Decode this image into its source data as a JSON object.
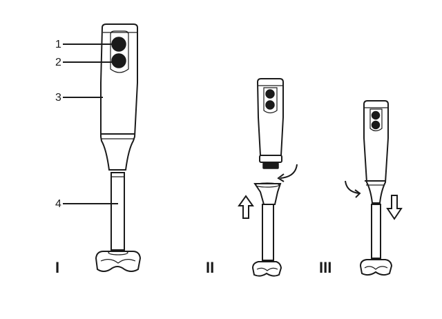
{
  "callouts": [
    {
      "number": "1",
      "part": "button-1"
    },
    {
      "number": "2",
      "part": "button-2"
    },
    {
      "number": "3",
      "part": "motor-body"
    },
    {
      "number": "4",
      "part": "blending-shaft"
    }
  ],
  "steps": [
    {
      "label": "I"
    },
    {
      "label": "II"
    },
    {
      "label": "III"
    }
  ]
}
